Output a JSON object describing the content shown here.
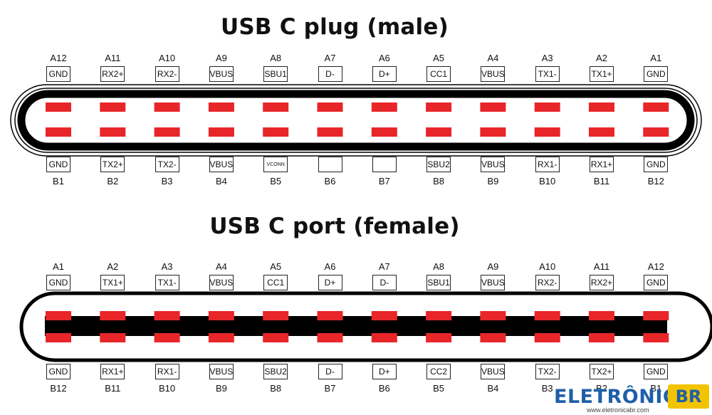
{
  "plug": {
    "title": "USB C plug (male)",
    "top_pins": [
      {
        "id": "A12",
        "label": "GND"
      },
      {
        "id": "A11",
        "label": "RX2+"
      },
      {
        "id": "A10",
        "label": "RX2-"
      },
      {
        "id": "A9",
        "label": "VBUS"
      },
      {
        "id": "A8",
        "label": "SBU1"
      },
      {
        "id": "A7",
        "label": "D-"
      },
      {
        "id": "A6",
        "label": "D+"
      },
      {
        "id": "A5",
        "label": "CC1"
      },
      {
        "id": "A4",
        "label": "VBUS"
      },
      {
        "id": "A3",
        "label": "TX1-"
      },
      {
        "id": "A2",
        "label": "TX1+"
      },
      {
        "id": "A1",
        "label": "GND"
      }
    ],
    "bottom_pins": [
      {
        "id": "B1",
        "label": "GND"
      },
      {
        "id": "B2",
        "label": "TX2+"
      },
      {
        "id": "B3",
        "label": "TX2-"
      },
      {
        "id": "B4",
        "label": "VBUS"
      },
      {
        "id": "B5",
        "label": "VCONN"
      },
      {
        "id": "B6",
        "label": ""
      },
      {
        "id": "B7",
        "label": ""
      },
      {
        "id": "B8",
        "label": "SBU2"
      },
      {
        "id": "B9",
        "label": "VBUS"
      },
      {
        "id": "B10",
        "label": "RX1-"
      },
      {
        "id": "B11",
        "label": "RX1+"
      },
      {
        "id": "B12",
        "label": "GND"
      }
    ]
  },
  "port": {
    "title": "USB C port (female)",
    "top_pins": [
      {
        "id": "A1",
        "label": "GND"
      },
      {
        "id": "A2",
        "label": "TX1+"
      },
      {
        "id": "A3",
        "label": "TX1-"
      },
      {
        "id": "A4",
        "label": "VBUS"
      },
      {
        "id": "A5",
        "label": "CC1"
      },
      {
        "id": "A6",
        "label": "D+"
      },
      {
        "id": "A7",
        "label": "D-"
      },
      {
        "id": "A8",
        "label": "SBU1"
      },
      {
        "id": "A9",
        "label": "VBUS"
      },
      {
        "id": "A10",
        "label": "RX2-"
      },
      {
        "id": "A11",
        "label": "RX2+"
      },
      {
        "id": "A12",
        "label": "GND"
      }
    ],
    "bottom_pins": [
      {
        "id": "B12",
        "label": "GND"
      },
      {
        "id": "B11",
        "label": "RX1+"
      },
      {
        "id": "B10",
        "label": "RX1-"
      },
      {
        "id": "B9",
        "label": "VBUS"
      },
      {
        "id": "B8",
        "label": "SBU2"
      },
      {
        "id": "B7",
        "label": "D-"
      },
      {
        "id": "B6",
        "label": "D+"
      },
      {
        "id": "B5",
        "label": "CC2"
      },
      {
        "id": "B4",
        "label": "VBUS"
      },
      {
        "id": "B3",
        "label": "TX2-"
      },
      {
        "id": "B2",
        "label": "TX2+"
      },
      {
        "id": "B1",
        "label": "GND"
      }
    ]
  },
  "colors": {
    "contact": "#e8262a",
    "outline": "#000000"
  },
  "logo": {
    "name": "ELETRÔNICA",
    "badge": "BR",
    "url": "www.eletronicabr.com"
  }
}
